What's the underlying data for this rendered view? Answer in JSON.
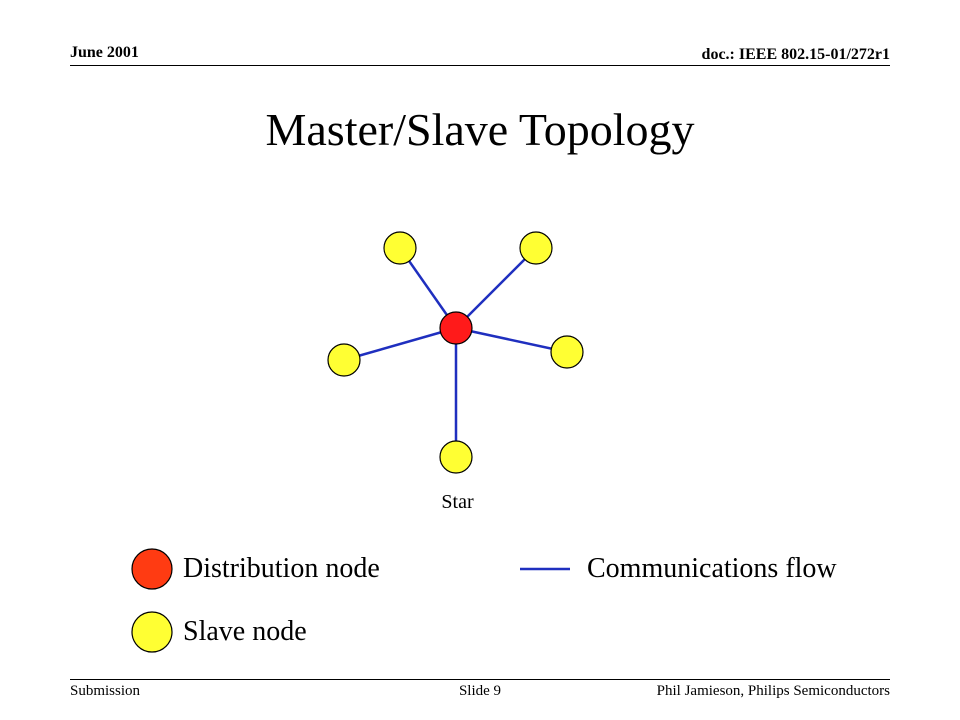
{
  "header": {
    "date": "June 2001",
    "doc_id": "doc.: IEEE 802.15-01/272r1"
  },
  "slide": {
    "title": "Master/Slave Topology"
  },
  "diagram": {
    "label": "Star",
    "colors": {
      "distribution": "#ff1a1a",
      "slave": "#ffff33",
      "link": "#1f2fbf",
      "legend_distribution": "#ff3b12"
    },
    "center": "distribution",
    "slaves": [
      "top-left",
      "top-right",
      "right",
      "left",
      "bottom"
    ]
  },
  "legend": {
    "distribution": "Distribution node",
    "slave": "Slave node",
    "flow": "Communications flow"
  },
  "footer": {
    "left": "Submission",
    "center": "Slide 9",
    "right": "Phil Jamieson, Philips Semiconductors"
  }
}
